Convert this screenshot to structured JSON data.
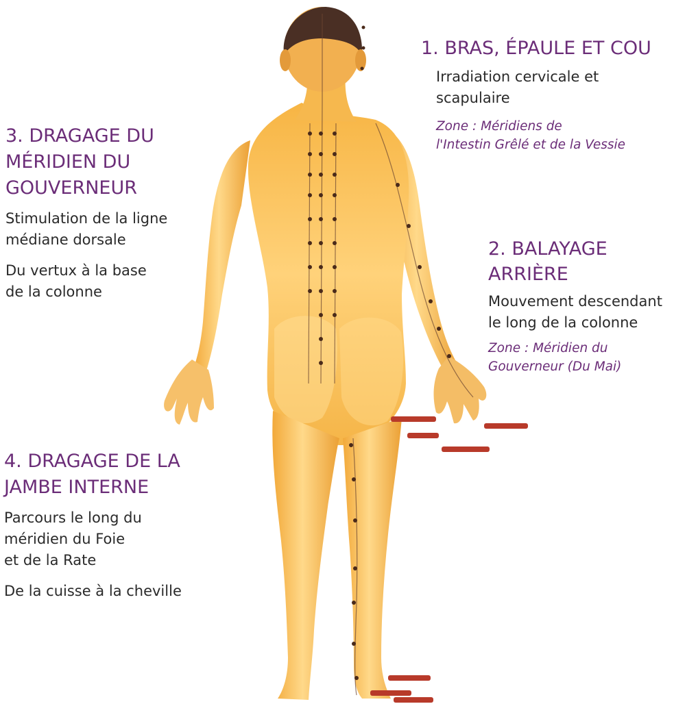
{
  "colors": {
    "heading": "#6b2d78",
    "body_text": "#2a2a2a",
    "skin_light": "#ffd98a",
    "skin_mid": "#f6b43a",
    "skin_shadow": "#d9821e",
    "hair": "#4a2f24",
    "point_label_bar": "#b83a2a",
    "meridian_line": "#5a3a2a"
  },
  "figure": {
    "subject": "Human body, rear view, with acupuncture points and meridian lines"
  },
  "panels": {
    "zone1": {
      "heading": "1. BRAS, ÉPAULE ET COU",
      "desc_lines": [
        "Irradiation cervicale et",
        "scapulaire"
      ],
      "zone_lines": [
        "Zone : Méridiens de",
        "l'Intestin Grêlé et de la Vessie"
      ]
    },
    "zone2": {
      "heading_lines": [
        "2. BALAYAGE",
        "ARRIÈRE"
      ],
      "desc_lines": [
        "Mouvement descendant",
        "le long de la colonne"
      ],
      "zone_lines": [
        "Zone : Méridien du",
        "Gouverneur (Du Mai)"
      ]
    },
    "zone3": {
      "heading_lines": [
        "3. DRAGAGE DU",
        "MÉRIDIEN DU",
        "GOUVERNEUR"
      ],
      "desc_lines": [
        "Stimulation de la ligne",
        "médiane dorsale"
      ],
      "desc2_lines": [
        "Du vertux à la base",
        "de la colonne"
      ]
    },
    "zone4": {
      "heading_lines": [
        "4. DRAGAGE DE LA",
        "JAMBE INTERNE"
      ],
      "desc_lines": [
        "Parcours le long du",
        "méridien du Foie",
        "et de la Rate"
      ],
      "desc2_lines": [
        "De la cuisse à la cheville"
      ]
    }
  }
}
